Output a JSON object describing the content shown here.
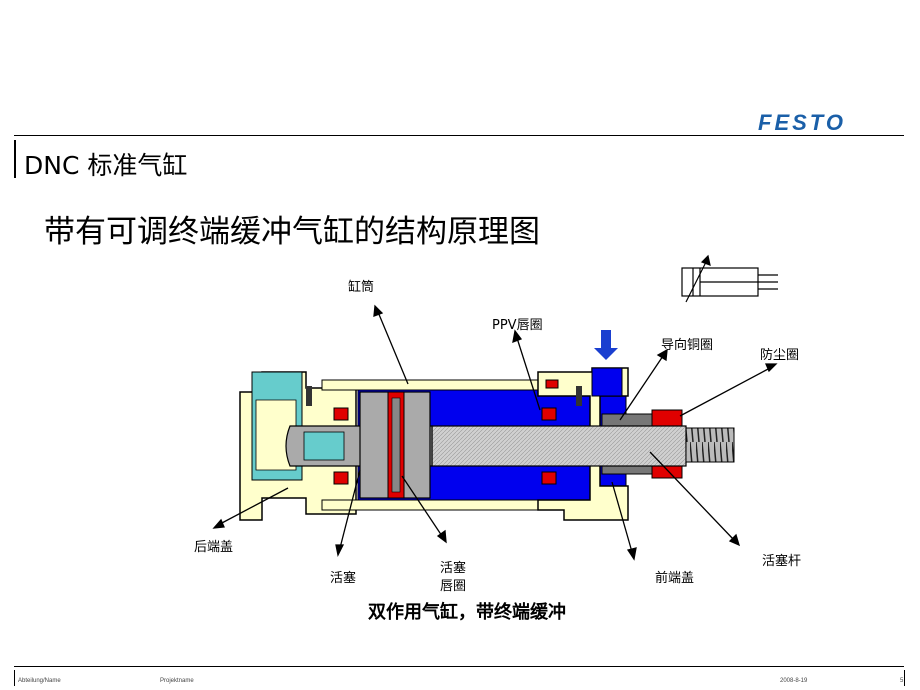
{
  "header": {
    "logo_text": "FESTO",
    "title": "DNC 标准气缸",
    "subtitle": "带有可调终端缓冲气缸的结构原理图"
  },
  "diagram": {
    "labels": {
      "barrel": "缸筒",
      "ppv_seal": "PPV唇圈",
      "guide_bushing": "导向铜圈",
      "wiper": "防尘圈",
      "rear_cap": "后端盖",
      "piston": "活塞",
      "piston_seal_line1": "活塞",
      "piston_seal_line2": "唇圈",
      "front_cap": "前端盖",
      "piston_rod": "活塞杆"
    },
    "caption": "双作用气缸，带终端缓冲",
    "colors": {
      "cap": "#ffffcc",
      "air_left": "#66cccc",
      "air_right": "#0000ee",
      "seal": "#e00000",
      "piston": "#aaaaaa",
      "rod": "#cccccc",
      "bushing": "#777777",
      "arrow": "#1a3fd0"
    }
  },
  "footer": {
    "department": "Abteilung/Name",
    "project": "Projektname",
    "date": "2008-8-19",
    "page": "5"
  }
}
